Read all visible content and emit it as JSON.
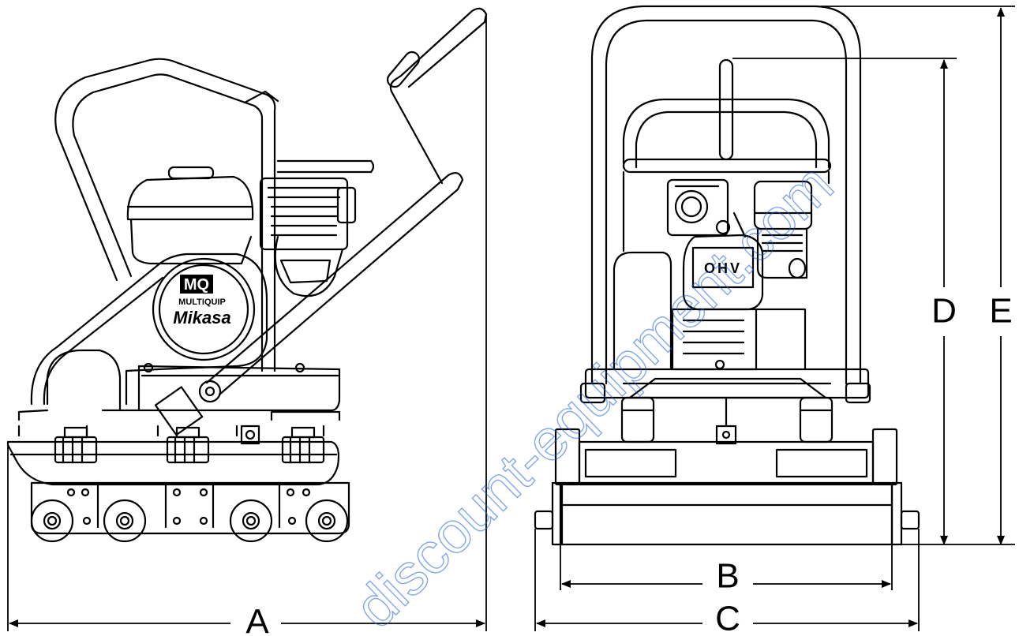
{
  "dimensions": {
    "A": "A",
    "B": "B",
    "C": "C",
    "D": "D",
    "E": "E"
  },
  "logo": {
    "badge": "MQ",
    "company": "MULTIQUIP",
    "brand": "Mikasa"
  },
  "engine_label": "OHV",
  "watermark": "discount-equipment.com",
  "colors": {
    "line": "#000000",
    "watermark": "#1c5fd6",
    "background": "#ffffff"
  }
}
